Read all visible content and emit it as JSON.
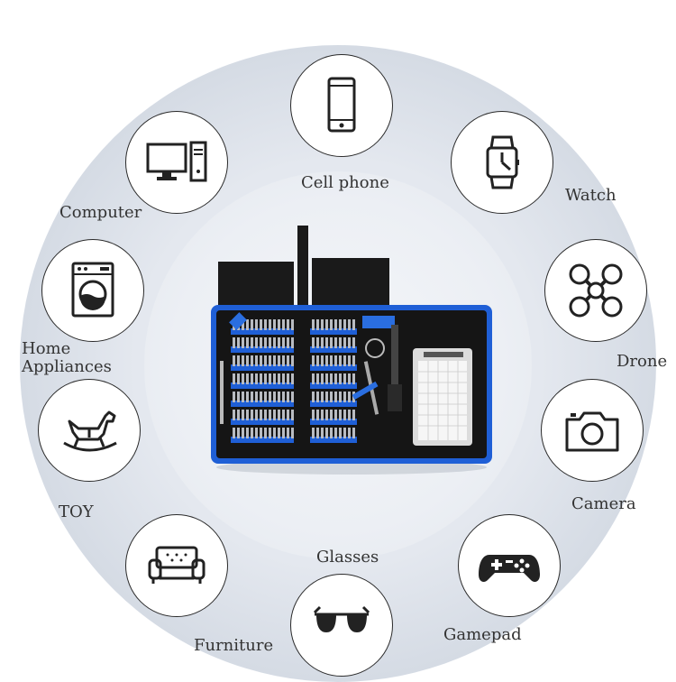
{
  "labels": {
    "cell_phone": "Cell phone",
    "watch": "Watch",
    "drone": "Drone",
    "camera": "Camera",
    "gamepad": "Gamepad",
    "glasses": "Glasses",
    "furniture": "Furniture",
    "toy": "TOY",
    "home_appliances_line1": "Home",
    "home_appliances_line2": "Appliances",
    "computer": "Computer"
  },
  "icons": [
    "phone-icon",
    "watch-icon",
    "drone-icon",
    "camera-icon",
    "gamepad-icon",
    "glasses-icon",
    "sofa-icon",
    "rocking-horse-icon",
    "washing-machine-icon",
    "computer-icon"
  ],
  "colors": {
    "kit_blue": "#1f5fd6",
    "kit_black": "#111111",
    "outline": "#2a2a2a"
  }
}
